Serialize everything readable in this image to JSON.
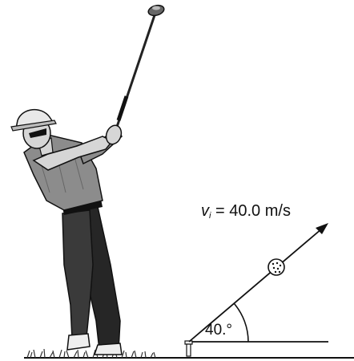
{
  "labels": {
    "velocity_symbol": "v",
    "velocity_subscript": "i",
    "velocity_value": " = 40.0 m/s",
    "angle": "40.°"
  },
  "colors": {
    "ink": "#111111",
    "shirt": "#8c8c8c",
    "pants": "#2e2e2e",
    "skin": "#d6d6d6",
    "grass": "#333333"
  }
}
